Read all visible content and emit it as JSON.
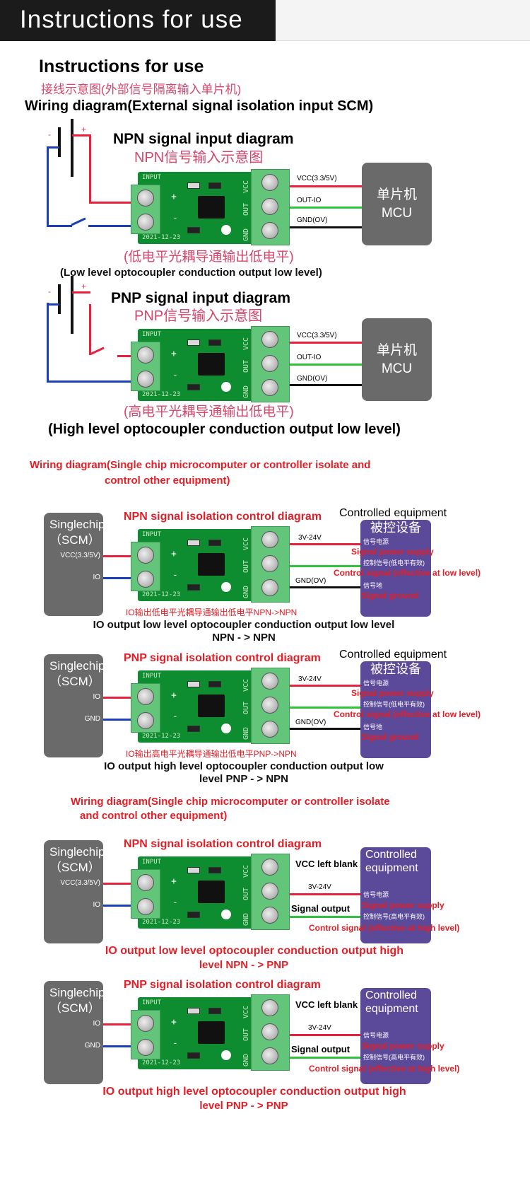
{
  "header": {
    "title": "Instructions for use"
  },
  "intro": {
    "heading": "Instructions for use",
    "subtitle_cn": "接线示意图(外部信号隔离输入单片机)",
    "subtitle_en": "Wiring diagram(External signal isolation input SCM)"
  },
  "board": {
    "input_label": "INPUT",
    "vcc": "VCC",
    "out": "OUT",
    "gnd": "GND",
    "date": "2021-12-23",
    "plus": "+",
    "minus": "-"
  },
  "battery": {
    "minus": "-",
    "plus": "+"
  },
  "npn_input": {
    "title": "NPN signal input diagram",
    "title_cn": "NPN信号输入示意图",
    "wire_vcc": "VCC(3.3/5V)",
    "wire_out": "OUT-IO",
    "wire_gnd": "GND(OV)",
    "mcu_cn": "单片机",
    "mcu_en": "MCU",
    "caption_cn": "(低电平光耦导通输出低电平)",
    "caption_en": "(Low level optocoupler conduction output low level)"
  },
  "pnp_input": {
    "title": "PNP signal input diagram",
    "title_cn": "PNP信号输入示意图",
    "wire_vcc": "VCC(3.3/5V)",
    "wire_out": "OUT-IO",
    "wire_gnd": "GND(OV)",
    "mcu_cn": "单片机",
    "mcu_en": "MCU",
    "caption_cn": "(高电平光耦导通输出低电平)",
    "caption_en": "(High level optocoupler conduction output low level)"
  },
  "section2": {
    "line1": "Wiring diagram(Single chip microcomputer or controller isolate and",
    "line2": "control other equipment)"
  },
  "npn_npn": {
    "title": "NPN signal isolation control diagram",
    "eq_title": "Controlled equipment",
    "scm1": "Singlechip",
    "scm2": "（SCM）",
    "in1": "VCC(3.3/5V)",
    "in2": "IO",
    "w1": "3V-24V",
    "w3": "GND(OV)",
    "eq_cn": "被控设备",
    "s1": "信号电源",
    "s1_en": "Signal power supply",
    "s2": "控制信号(低电平有效)",
    "s2_en": "Control signal (effective at low level)",
    "s3": "信号地",
    "s3_en": "Signal ground",
    "caption_cn": "IO输出低电平光耦导通输出低电平NPN->NPN",
    "caption_en1": "IO output low level optocoupler conduction output low level",
    "caption_en2": "NPN - > NPN"
  },
  "pnp_npn": {
    "title": "PNP signal isolation control diagram",
    "eq_title": "Controlled equipment",
    "scm1": "Singlechip",
    "scm2": "（SCM）",
    "in1": "IO",
    "in2": "GND",
    "w1": "3V-24V",
    "w3": "GND(OV)",
    "eq_cn": "被控设备",
    "s1": "信号电源",
    "s1_en": "Signal power supply",
    "s2": "控制信号(低电平有效)",
    "s2_en": "Control signal (effective at low level)",
    "s3": "信号地",
    "s3_en": "Signal ground",
    "caption_cn": "IO输出高电平光耦导通输出低电平PNP->NPN",
    "caption_en1": "IO output high level optocoupler conduction output low",
    "caption_en2": "level PNP - > NPN"
  },
  "section3": {
    "line1": "Wiring diagram(Single chip microcomputer or controller isolate",
    "line2": "and control other equipment)"
  },
  "npn_pnp": {
    "title": "NPN signal isolation control diagram",
    "scm1": "Singlechip",
    "scm2": "（SCM）",
    "in1": "VCC(3.3/5V)",
    "in2": "IO",
    "vcc_blank": "VCC left blank",
    "w2": "3V-24V",
    "sig_out": "Signal output",
    "eq1": "Controlled",
    "eq2": "equipment",
    "s1": "信号电源",
    "s1_en": "Signal power supply",
    "s2": "控制信号(高电平有效)",
    "s2_en": "Control signal (effective at high level)",
    "caption1": "IO output low level optocoupler conduction output high",
    "caption2": "level NPN - > PNP"
  },
  "pnp_pnp": {
    "title": "PNP signal isolation control diagram",
    "scm1": "Singlechip",
    "scm2": "（SCM）",
    "in1": "IO",
    "in2": "GND",
    "vcc_blank": "VCC left blank",
    "w2": "3V-24V",
    "sig_out": "Signal output",
    "eq1": "Controlled",
    "eq2": "equipment",
    "s1": "信号电源",
    "s1_en": "Signal power supply",
    "s2": "控制信号(高电平有效)",
    "s2_en": "Control signal (effective at high level)",
    "caption1": "IO output high level optocoupler conduction output high",
    "caption2": "level PNP - > PNP"
  }
}
